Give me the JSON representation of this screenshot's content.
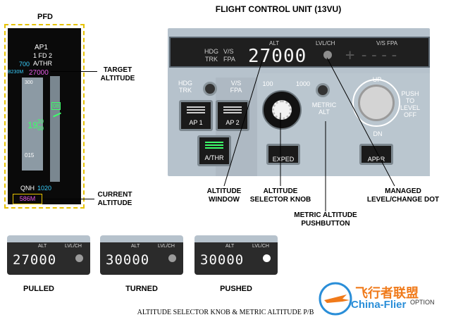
{
  "pfd": {
    "title": "PFD",
    "fma": [
      "AP1",
      "1 FD 2",
      "A/THR"
    ],
    "speed_target": "700",
    "baro_label": "B230M",
    "target_altitude": "27000",
    "tape_top": "300",
    "tape_bottom": "015",
    "vs_value": "08",
    "altitude_big": "19",
    "altitude_small_top": "20",
    "altitude_small_bottom": "00",
    "qnh_label": "QNH",
    "qnh_value": "1020",
    "current_altitude_box": "586M"
  },
  "fcu": {
    "title": "FLIGHT CONTROL UNIT (13VU)",
    "display": {
      "hdg_label": "HDG",
      "vs_label": "V/S",
      "trk_label": "TRK",
      "fpa_label": "FPA",
      "alt_label": "ALT",
      "lvlch_label": "LVL/CH",
      "vs_fpa_label": "V/S FPA",
      "altitude_value": "27000",
      "vs_value": "+",
      "vs_dashes": "----"
    },
    "panel": {
      "hdg_trk_label": "HDG\nTRK",
      "vs_fpa_label": "V/S\nFPA",
      "ap1_label": "AP 1",
      "ap2_label": "AP 2",
      "athr_label": "A/THR",
      "knob_100": "100",
      "knob_1000": "1000",
      "metric_alt_label": "METRIC\nALT",
      "up_label": "UP",
      "dn_label": "DN",
      "push_label": "PUSH\nTO\nLEVEL\nOFF",
      "expedite_label": "EXPED",
      "appr_label": "APPR"
    }
  },
  "callouts": {
    "target_altitude": "TARGET\nALTITUDE",
    "current_altitude": "CURRENT\nALTITUDE",
    "altitude_window": "ALTITUDE\nWINDOW",
    "altitude_selector_knob": "ALTITUDE\nSELECTOR KNOB",
    "metric_altitude_pb": "METRIC ALTITUDE\nPUSHBUTTON",
    "managed_level_change": "MANAGED\nLEVEL/CHANGE DOT"
  },
  "examples": [
    {
      "alt_label": "ALT",
      "lvl_label": "LVL/CH",
      "value": "27000",
      "caption": "PULLED",
      "dot_color": "#9b9b9b"
    },
    {
      "alt_label": "ALT",
      "lvl_label": "LVL/CH",
      "value": "30000",
      "caption": "TURNED",
      "dot_color": "#9b9b9b"
    },
    {
      "alt_label": "ALT",
      "lvl_label": "LVL/CH",
      "value": "30000",
      "caption": "PUSHED",
      "dot_color": "#ffffff"
    }
  ],
  "caption": "ALTITUDE SELECTOR KNOB & METRIC ALTITUDE P/B",
  "watermark": {
    "brand": "飞行者联盟",
    "site": "China-Flier",
    "option": "OPTION"
  },
  "colors": {
    "pfd_frame": "#e6c200",
    "cyan": "#39d0ff",
    "magenta": "#e55ae5",
    "green": "#3dff6a",
    "panel": "#b6c2cc",
    "watermark_orange": "#f07a1a",
    "watermark_blue": "#2a8ed8"
  }
}
